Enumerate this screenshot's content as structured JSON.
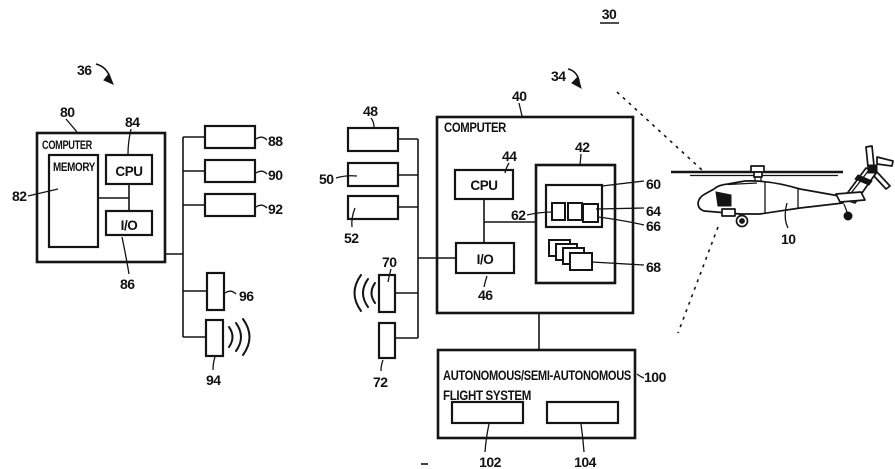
{
  "figure": {
    "ref": "30",
    "colors": {
      "line": "#141414",
      "background": "#ffffff"
    },
    "icons": {
      "wireless": "signal-waves-icon",
      "pointer": "curved-arrow-icon"
    },
    "ground_station": {
      "ref": "36",
      "computer_ref": "80",
      "computer_title": "COMPUTER",
      "memory_ref": "82",
      "memory_title": "MEMORY",
      "cpu_ref": "84",
      "cpu_title": "CPU",
      "io_ref": "86",
      "io_title": "I/O",
      "device_refs": [
        "88",
        "90",
        "92",
        "96",
        "94"
      ]
    },
    "aircraft_system": {
      "ref": "34",
      "computer_ref": "40",
      "computer_title": "COMPUTER",
      "cpu_ref": "44",
      "cpu_title": "CPU",
      "io_ref": "46",
      "io_title": "I/O",
      "storage_ref": "42",
      "module_group_ref": "60",
      "module_ref": "62",
      "module_refs": [
        "64",
        "66"
      ],
      "stack_ref": "68",
      "device_refs": [
        "48",
        "50",
        "52",
        "70",
        "72"
      ],
      "flight_system": {
        "ref": "100",
        "title_line1": "AUTONOMOUS/SEMI-AUTONOMOUS",
        "title_line2": "FLIGHT SYSTEM",
        "module_refs": [
          "102",
          "104"
        ]
      }
    },
    "helicopter": {
      "ref": "10"
    }
  }
}
